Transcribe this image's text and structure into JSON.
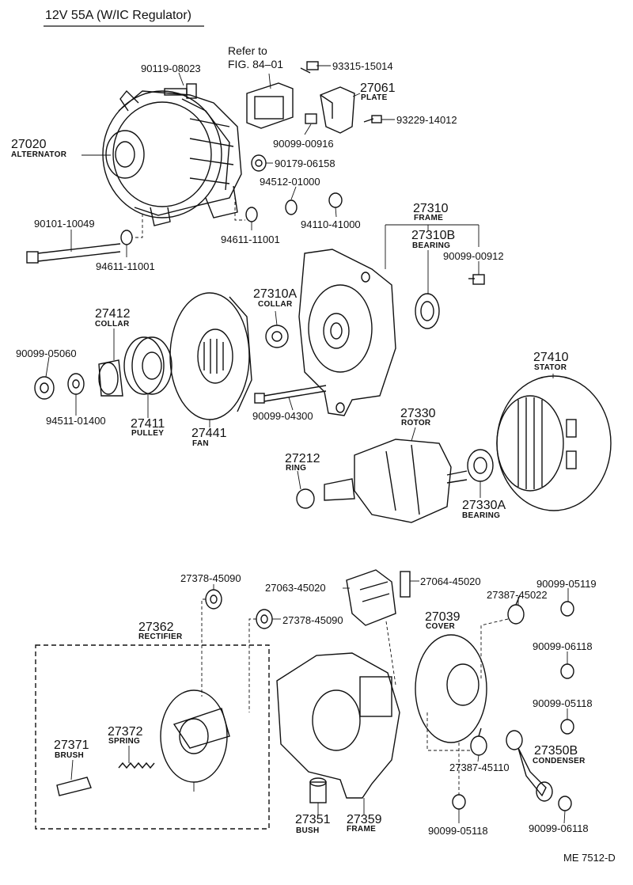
{
  "header": {
    "title": "12V 55A (W/IC Regulator)"
  },
  "reference": {
    "line1": "Refer to",
    "line2": "FIG. 84–01"
  },
  "footer": {
    "code": "ME 7512-D"
  },
  "parts": {
    "p_27020": {
      "number": "27020",
      "name": "ALTERNATOR"
    },
    "p_90119_08023": {
      "number": "90119-08023"
    },
    "p_93315_15014": {
      "number": "93315-15014"
    },
    "p_27061": {
      "number": "27061",
      "name": "PLATE"
    },
    "p_93229_14012": {
      "number": "93229-14012"
    },
    "p_90099_00916": {
      "number": "90099-00916"
    },
    "p_90179_06158": {
      "number": "90179-06158"
    },
    "p_94512_01000": {
      "number": "94512-01000"
    },
    "p_94110_41000": {
      "number": "94110-41000"
    },
    "p_90101_10049": {
      "number": "90101-10049"
    },
    "p_94611_11001_a": {
      "number": "94611-11001"
    },
    "p_94611_11001_b": {
      "number": "94611-11001"
    },
    "p_27310": {
      "number": "27310",
      "name": "FRAME"
    },
    "p_27310b": {
      "number": "27310B",
      "name": "BEARING"
    },
    "p_90099_00912": {
      "number": "90099-00912"
    },
    "p_27310a": {
      "number": "27310A",
      "name": "COLLAR"
    },
    "p_27412": {
      "number": "27412",
      "name": "COLLAR"
    },
    "p_90099_05060": {
      "number": "90099-05060"
    },
    "p_94511_01400": {
      "number": "94511-01400"
    },
    "p_27411": {
      "number": "27411",
      "name": "PULLEY"
    },
    "p_27441": {
      "number": "27441",
      "name": "FAN"
    },
    "p_90099_04300": {
      "number": "90099-04300"
    },
    "p_27410": {
      "number": "27410",
      "name": "STATOR"
    },
    "p_27330": {
      "number": "27330",
      "name": "ROTOR"
    },
    "p_27212": {
      "number": "27212",
      "name": "RING"
    },
    "p_27330a": {
      "number": "27330A",
      "name": "BEARING"
    },
    "p_27378_45090_a": {
      "number": "27378-45090"
    },
    "p_27378_45090_b": {
      "number": "27378-45090"
    },
    "p_27063_45020": {
      "number": "27063-45020"
    },
    "p_27064_45020": {
      "number": "27064-45020"
    },
    "p_90099_05119": {
      "number": "90099-05119"
    },
    "p_27387_45022": {
      "number": "27387-45022"
    },
    "p_27362": {
      "number": "27362",
      "name": "RECTIFIER"
    },
    "p_27039": {
      "number": "27039",
      "name": "COVER"
    },
    "p_90099_06118_a": {
      "number": "90099-06118"
    },
    "p_90099_05118_a": {
      "number": "90099-05118"
    },
    "p_27372": {
      "number": "27372",
      "name": "SPRING"
    },
    "p_27371": {
      "number": "27371",
      "name": "BRUSH"
    },
    "p_27350b": {
      "number": "27350B",
      "name": "CONDENSER"
    },
    "p_27387_45110": {
      "number": "27387-45110"
    },
    "p_27351": {
      "number": "27351",
      "name": "BUSH"
    },
    "p_27359": {
      "number": "27359",
      "name": "FRAME"
    },
    "p_90099_05118_b": {
      "number": "90099-05118"
    },
    "p_90099_06118_b": {
      "number": "90099-06118"
    }
  }
}
